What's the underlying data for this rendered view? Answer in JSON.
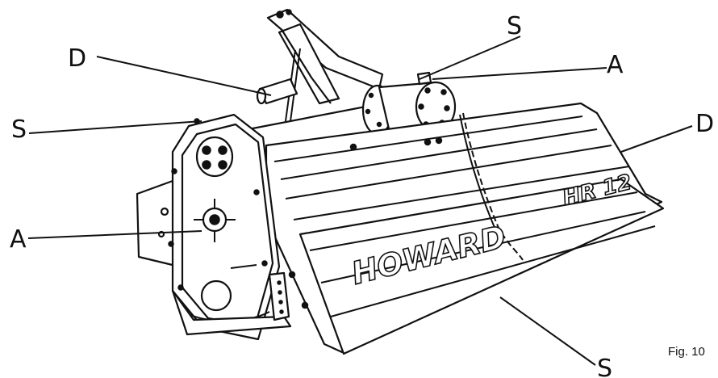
{
  "figure": {
    "caption": "Fig. 10",
    "brand_text": "HOWARD",
    "model_text": "HR 12",
    "labels": [
      {
        "id": "D-upper-left",
        "text": "D"
      },
      {
        "id": "S-top",
        "text": "S"
      },
      {
        "id": "A-top",
        "text": "A"
      },
      {
        "id": "S-left",
        "text": "S"
      },
      {
        "id": "D-right",
        "text": "D"
      },
      {
        "id": "A-left",
        "text": "A"
      },
      {
        "id": "S-bottom",
        "text": "S"
      }
    ]
  }
}
